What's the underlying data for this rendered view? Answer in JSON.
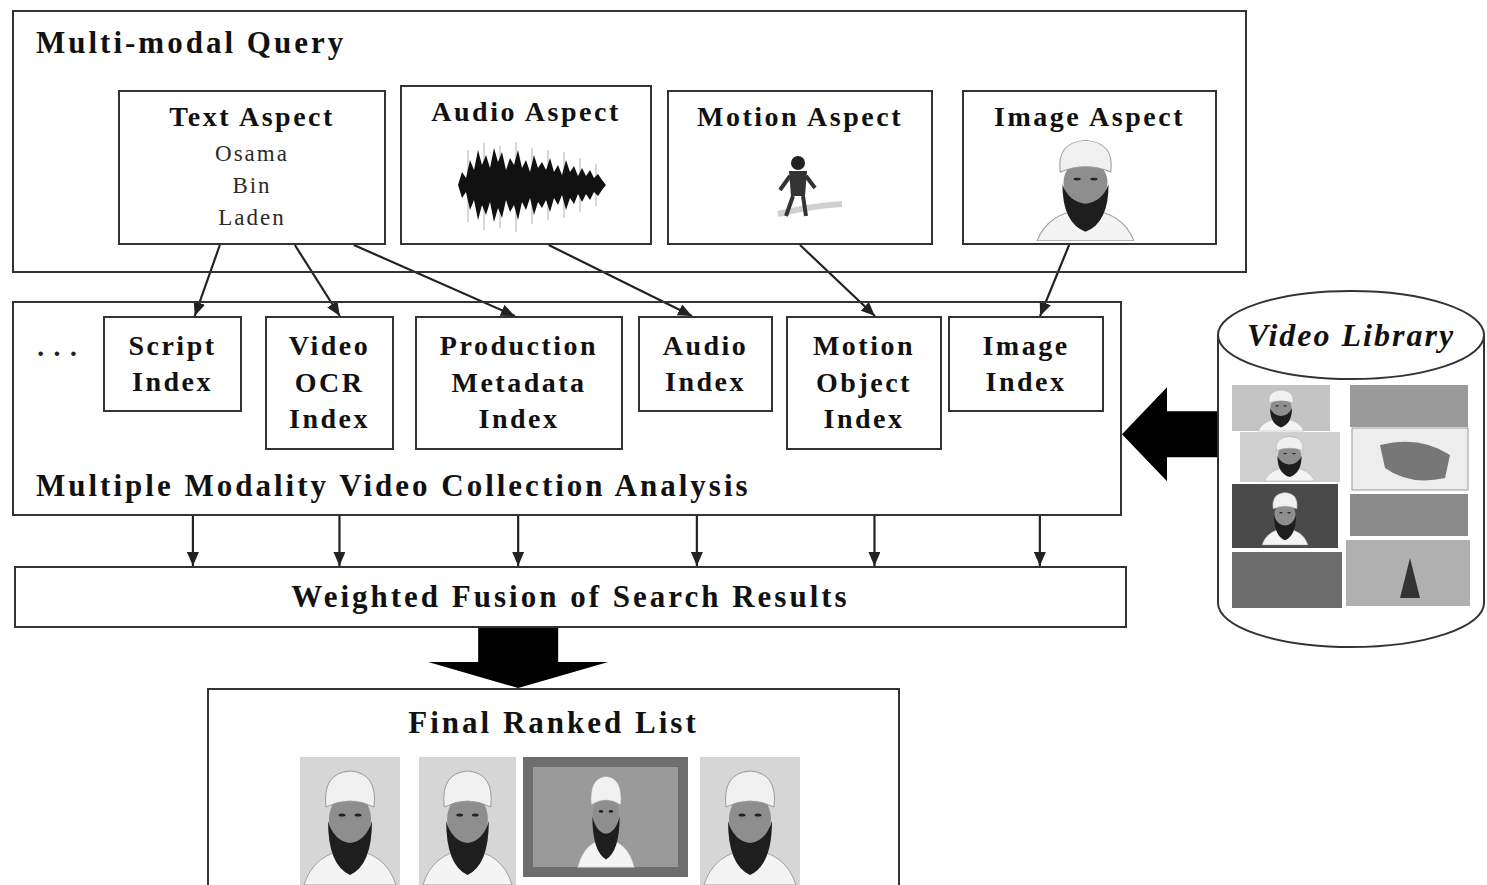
{
  "diagram": {
    "nodes": [
      {
        "text": [
          "Multi-modal Query"
        ]
      },
      {
        "text": [
          "Text Aspect",
          "Osama Bin Laden"
        ],
        "in": 0
      },
      {
        "text": [
          "Audio Aspect"
        ],
        "in": 0
      },
      {
        "text": [
          "Motion Aspect"
        ],
        "in": 0
      },
      {
        "text": [
          "Image Aspect"
        ],
        "in": 0
      },
      {
        "text": [
          "Multiple Modality Video Collection Analysis"
        ]
      },
      {
        "text": [
          "Script Index"
        ],
        "in": 5
      },
      {
        "text": [
          "Video OCR Index"
        ],
        "in": 5
      },
      {
        "text": [
          "Production Metadata Index"
        ],
        "in": 5
      },
      {
        "text": [
          "Audio Index"
        ],
        "in": 5
      },
      {
        "text": [
          "Motion Object Index"
        ],
        "in": 5
      },
      {
        "text": [
          "Image Index"
        ],
        "in": 5
      },
      {
        "text": [
          "Weighted Fusion of Search Results"
        ]
      },
      {
        "text": [
          "Final Ranked List"
        ]
      },
      {
        "text": [
          "Video Library"
        ]
      }
    ],
    "edges": [
      {
        "from": 1,
        "to": 6,
        "arrow": "to"
      },
      {
        "from": 1,
        "to": 7,
        "arrow": "to"
      },
      {
        "from": 1,
        "to": 8,
        "arrow": "to"
      },
      {
        "from": 2,
        "to": 9,
        "arrow": "to"
      },
      {
        "from": 3,
        "to": 10,
        "arrow": "to"
      },
      {
        "from": 4,
        "to": 11,
        "arrow": "to"
      },
      {
        "from": 5,
        "to": 12,
        "arrow": "to"
      },
      {
        "from": 5,
        "to": 12,
        "arrow": "to"
      },
      {
        "from": 5,
        "to": 12,
        "arrow": "to"
      },
      {
        "from": 5,
        "to": 12,
        "arrow": "to"
      },
      {
        "from": 5,
        "to": 12,
        "arrow": "to"
      },
      {
        "from": 5,
        "to": 12,
        "arrow": "to"
      },
      {
        "from": 12,
        "to": 13,
        "arrow": "to"
      },
      {
        "from": 14,
        "to": 5,
        "arrow": "to"
      }
    ],
    "labels": [
      "· · ·"
    ]
  }
}
